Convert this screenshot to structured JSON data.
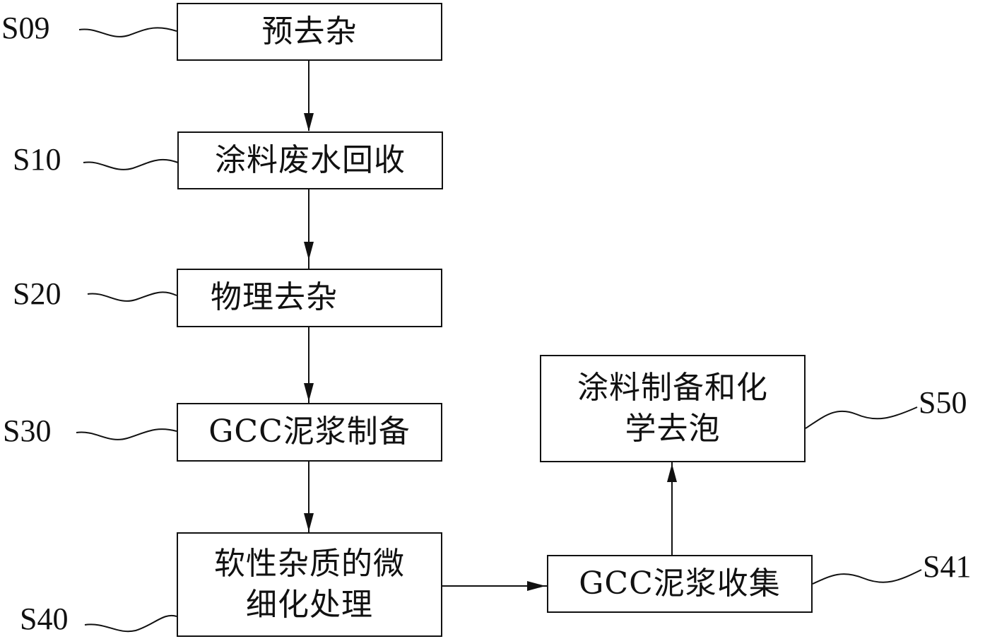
{
  "steps": {
    "s09": {
      "id": "S09",
      "text": "预去杂"
    },
    "s10": {
      "id": "S10",
      "text": "涂料废水回收"
    },
    "s20": {
      "id": "S20",
      "text": "物理去杂"
    },
    "s30": {
      "id": "S30",
      "text": "GCC泥浆制备"
    },
    "s40": {
      "id": "S40",
      "line1": "软性杂质的微",
      "line2": "细化处理"
    },
    "s41": {
      "id": "S41",
      "text": "GCC泥浆收集"
    },
    "s50": {
      "id": "S50",
      "line1": "涂料制备和化",
      "line2": "学去泡"
    }
  }
}
